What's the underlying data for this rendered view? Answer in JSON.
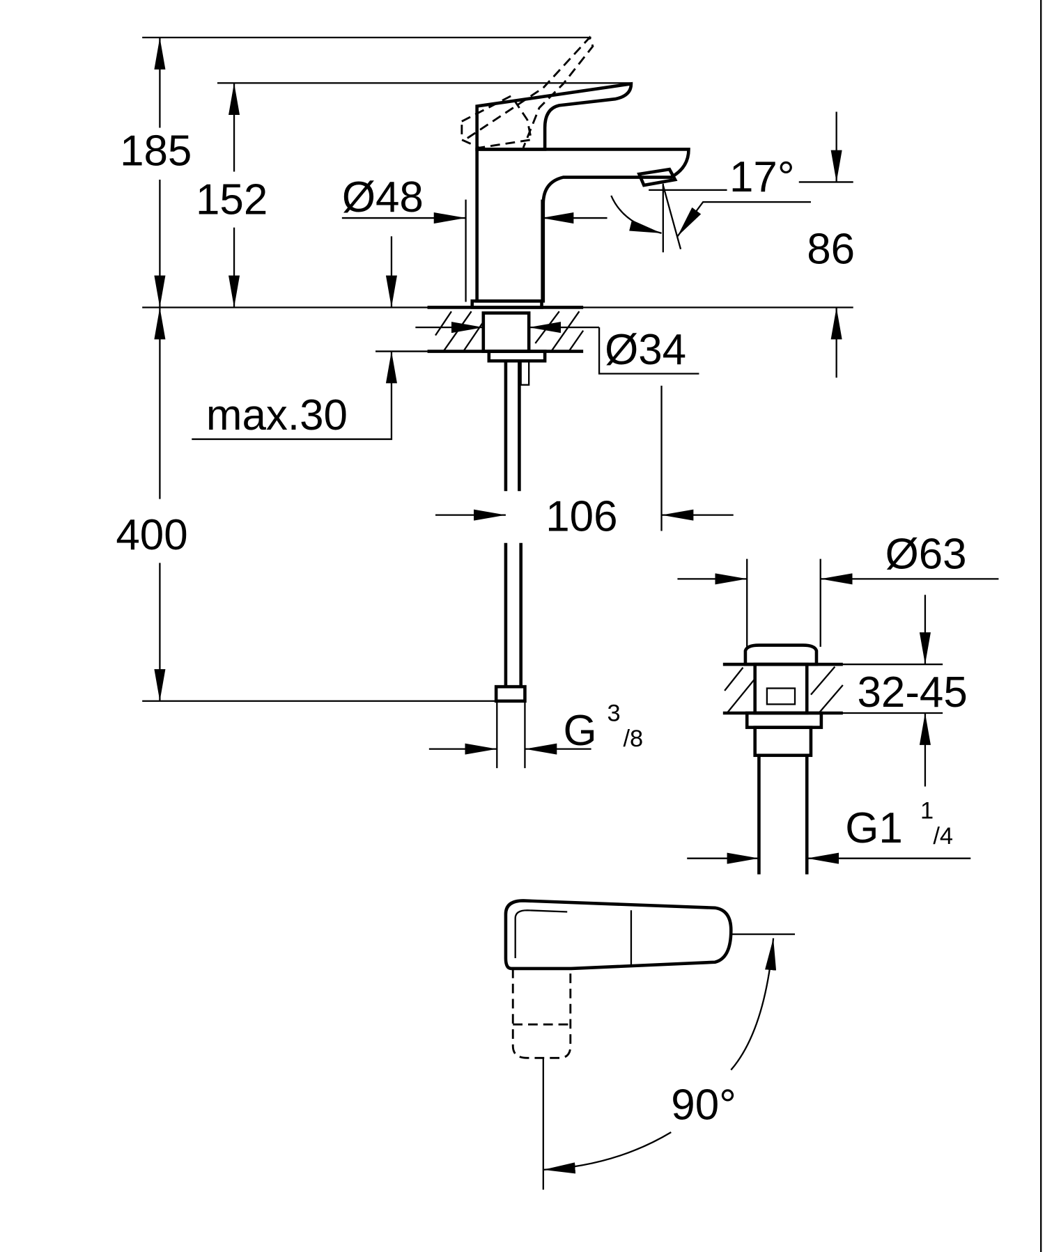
{
  "drawing": {
    "dim_total_height": "185",
    "dim_spout_height": "152",
    "dim_body_diameter": "Ø48",
    "dim_spray_angle": "17°",
    "dim_outlet_height": "86",
    "dim_hole_diameter": "Ø34",
    "dim_max_deck": "max.30",
    "dim_projection": "106",
    "dim_hose_length": "400",
    "hose_thread": {
      "prefix": "G",
      "num": "3",
      "den": "/8"
    },
    "dim_waste_diameter": "Ø63",
    "dim_waste_deck": "32-45",
    "waste_thread": {
      "prefix": "G1",
      "num": "1",
      "den": "/4"
    },
    "dim_rotation": "90°"
  }
}
